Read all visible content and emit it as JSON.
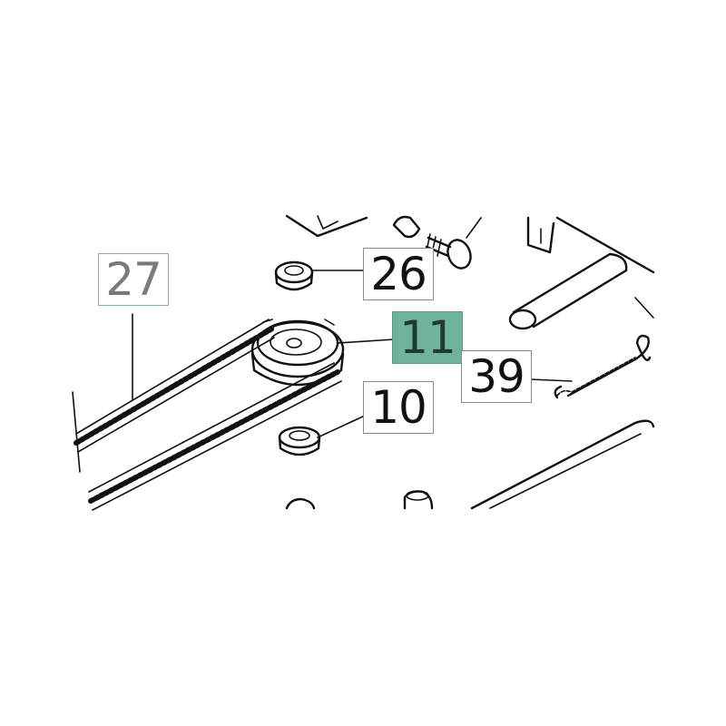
{
  "diagram": {
    "callouts": [
      {
        "id": "27",
        "label": "27",
        "style": "grey"
      },
      {
        "id": "26",
        "label": "26",
        "style": "normal"
      },
      {
        "id": "11",
        "label": "11",
        "style": "highlight"
      },
      {
        "id": "39",
        "label": "39",
        "style": "normal"
      },
      {
        "id": "10",
        "label": "10",
        "style": "normal"
      }
    ],
    "highlight_color": "#6fb39a",
    "parts": [
      "belt",
      "pulley",
      "spacer",
      "bolt",
      "cap",
      "shaft",
      "spring",
      "bracket",
      "housing"
    ]
  }
}
